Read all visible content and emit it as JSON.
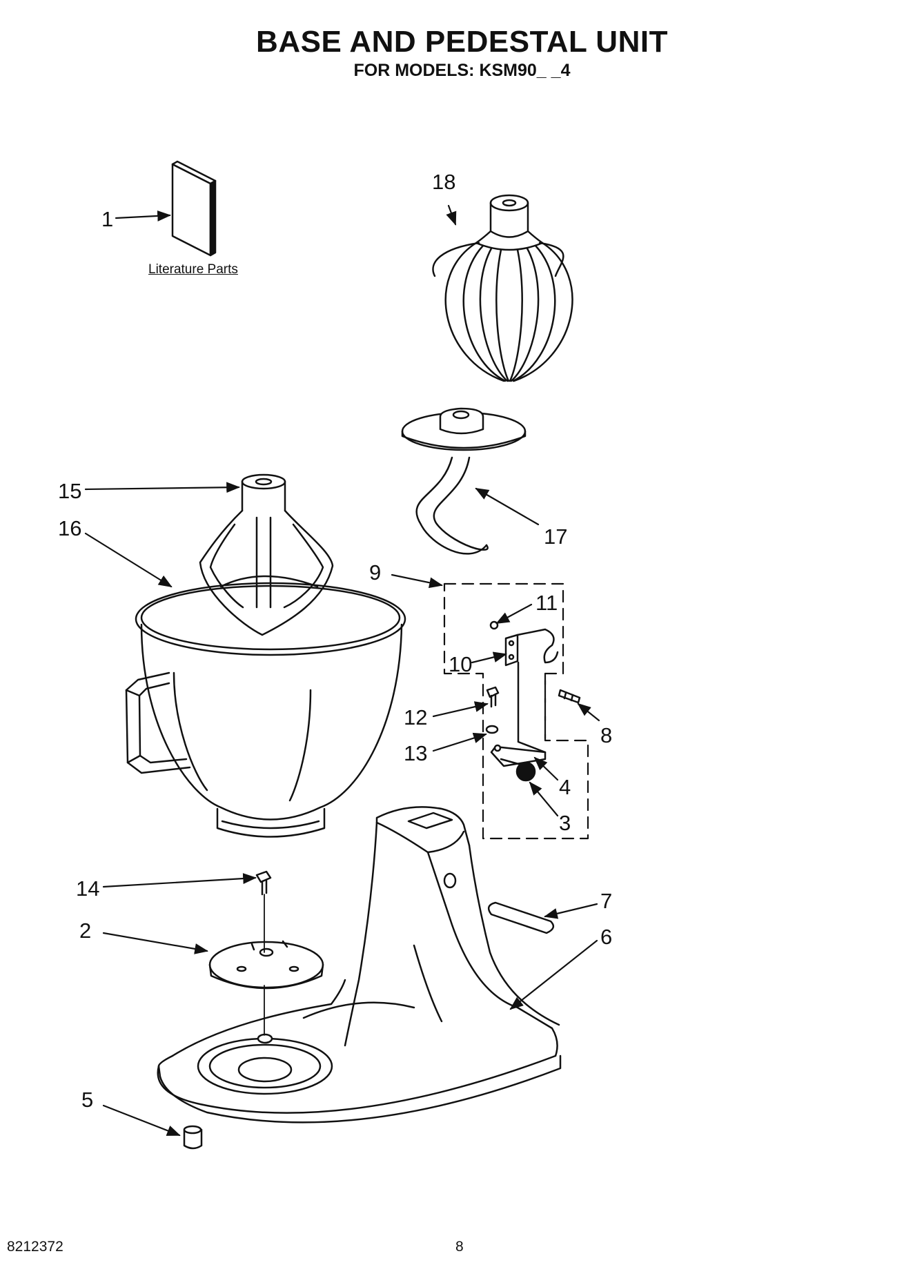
{
  "header": {
    "title": "BASE AND PEDESTAL UNIT",
    "subtitle": "FOR MODELS: KSM90_ _4"
  },
  "literature_label": "Literature Parts",
  "callouts": [
    "1",
    "2",
    "3",
    "4",
    "5",
    "6",
    "7",
    "8",
    "9",
    "10",
    "11",
    "12",
    "13",
    "14",
    "15",
    "16",
    "17",
    "18"
  ],
  "footer": {
    "doc_number": "8212372",
    "page_number": "8"
  }
}
